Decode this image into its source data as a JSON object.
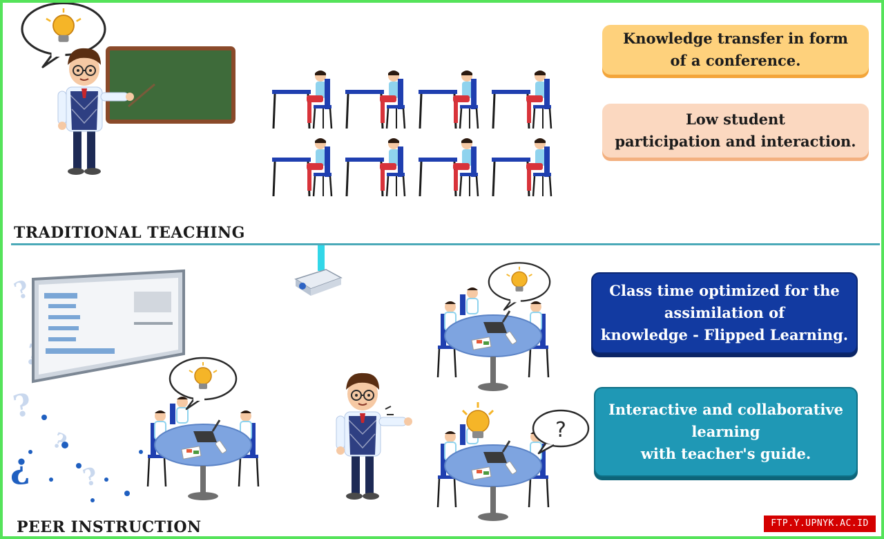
{
  "sections": {
    "traditional": "TRADITIONAL TEACHING",
    "peer": "PEER INSTRUCTION"
  },
  "boxes": {
    "transfer": "Knowledge transfer in form\nof a conference.",
    "participation": "Low student\nparticipation and interaction.",
    "optimized": "Class time optimized for the\nassimilation of\nknowledge - Flipped Learning.",
    "interactive": "Interactive and collaborative\nlearning\nwith teacher's guide."
  },
  "watermark": "FTP.Y.UPNYK.AC.ID",
  "colors": {
    "frame": "#55e35a",
    "divider": "#4aa9b8",
    "orange_box": "#fed17c",
    "peach_box": "#fbd8c0",
    "navy_box": "#123aa1",
    "teal_box": "#1f98b5",
    "chalkboard": "#3e6b3a",
    "desk": "#1f3fb0",
    "table": "#7ea4e0",
    "badge": "#d40000"
  },
  "icons": {
    "thought_bubble": "bulb-thought-bubble-icon",
    "question_bubble": "question-thought-bubble-icon",
    "projector": "projector-icon",
    "screen": "projection-screen-icon",
    "question_marks": "question-mark-icon"
  }
}
